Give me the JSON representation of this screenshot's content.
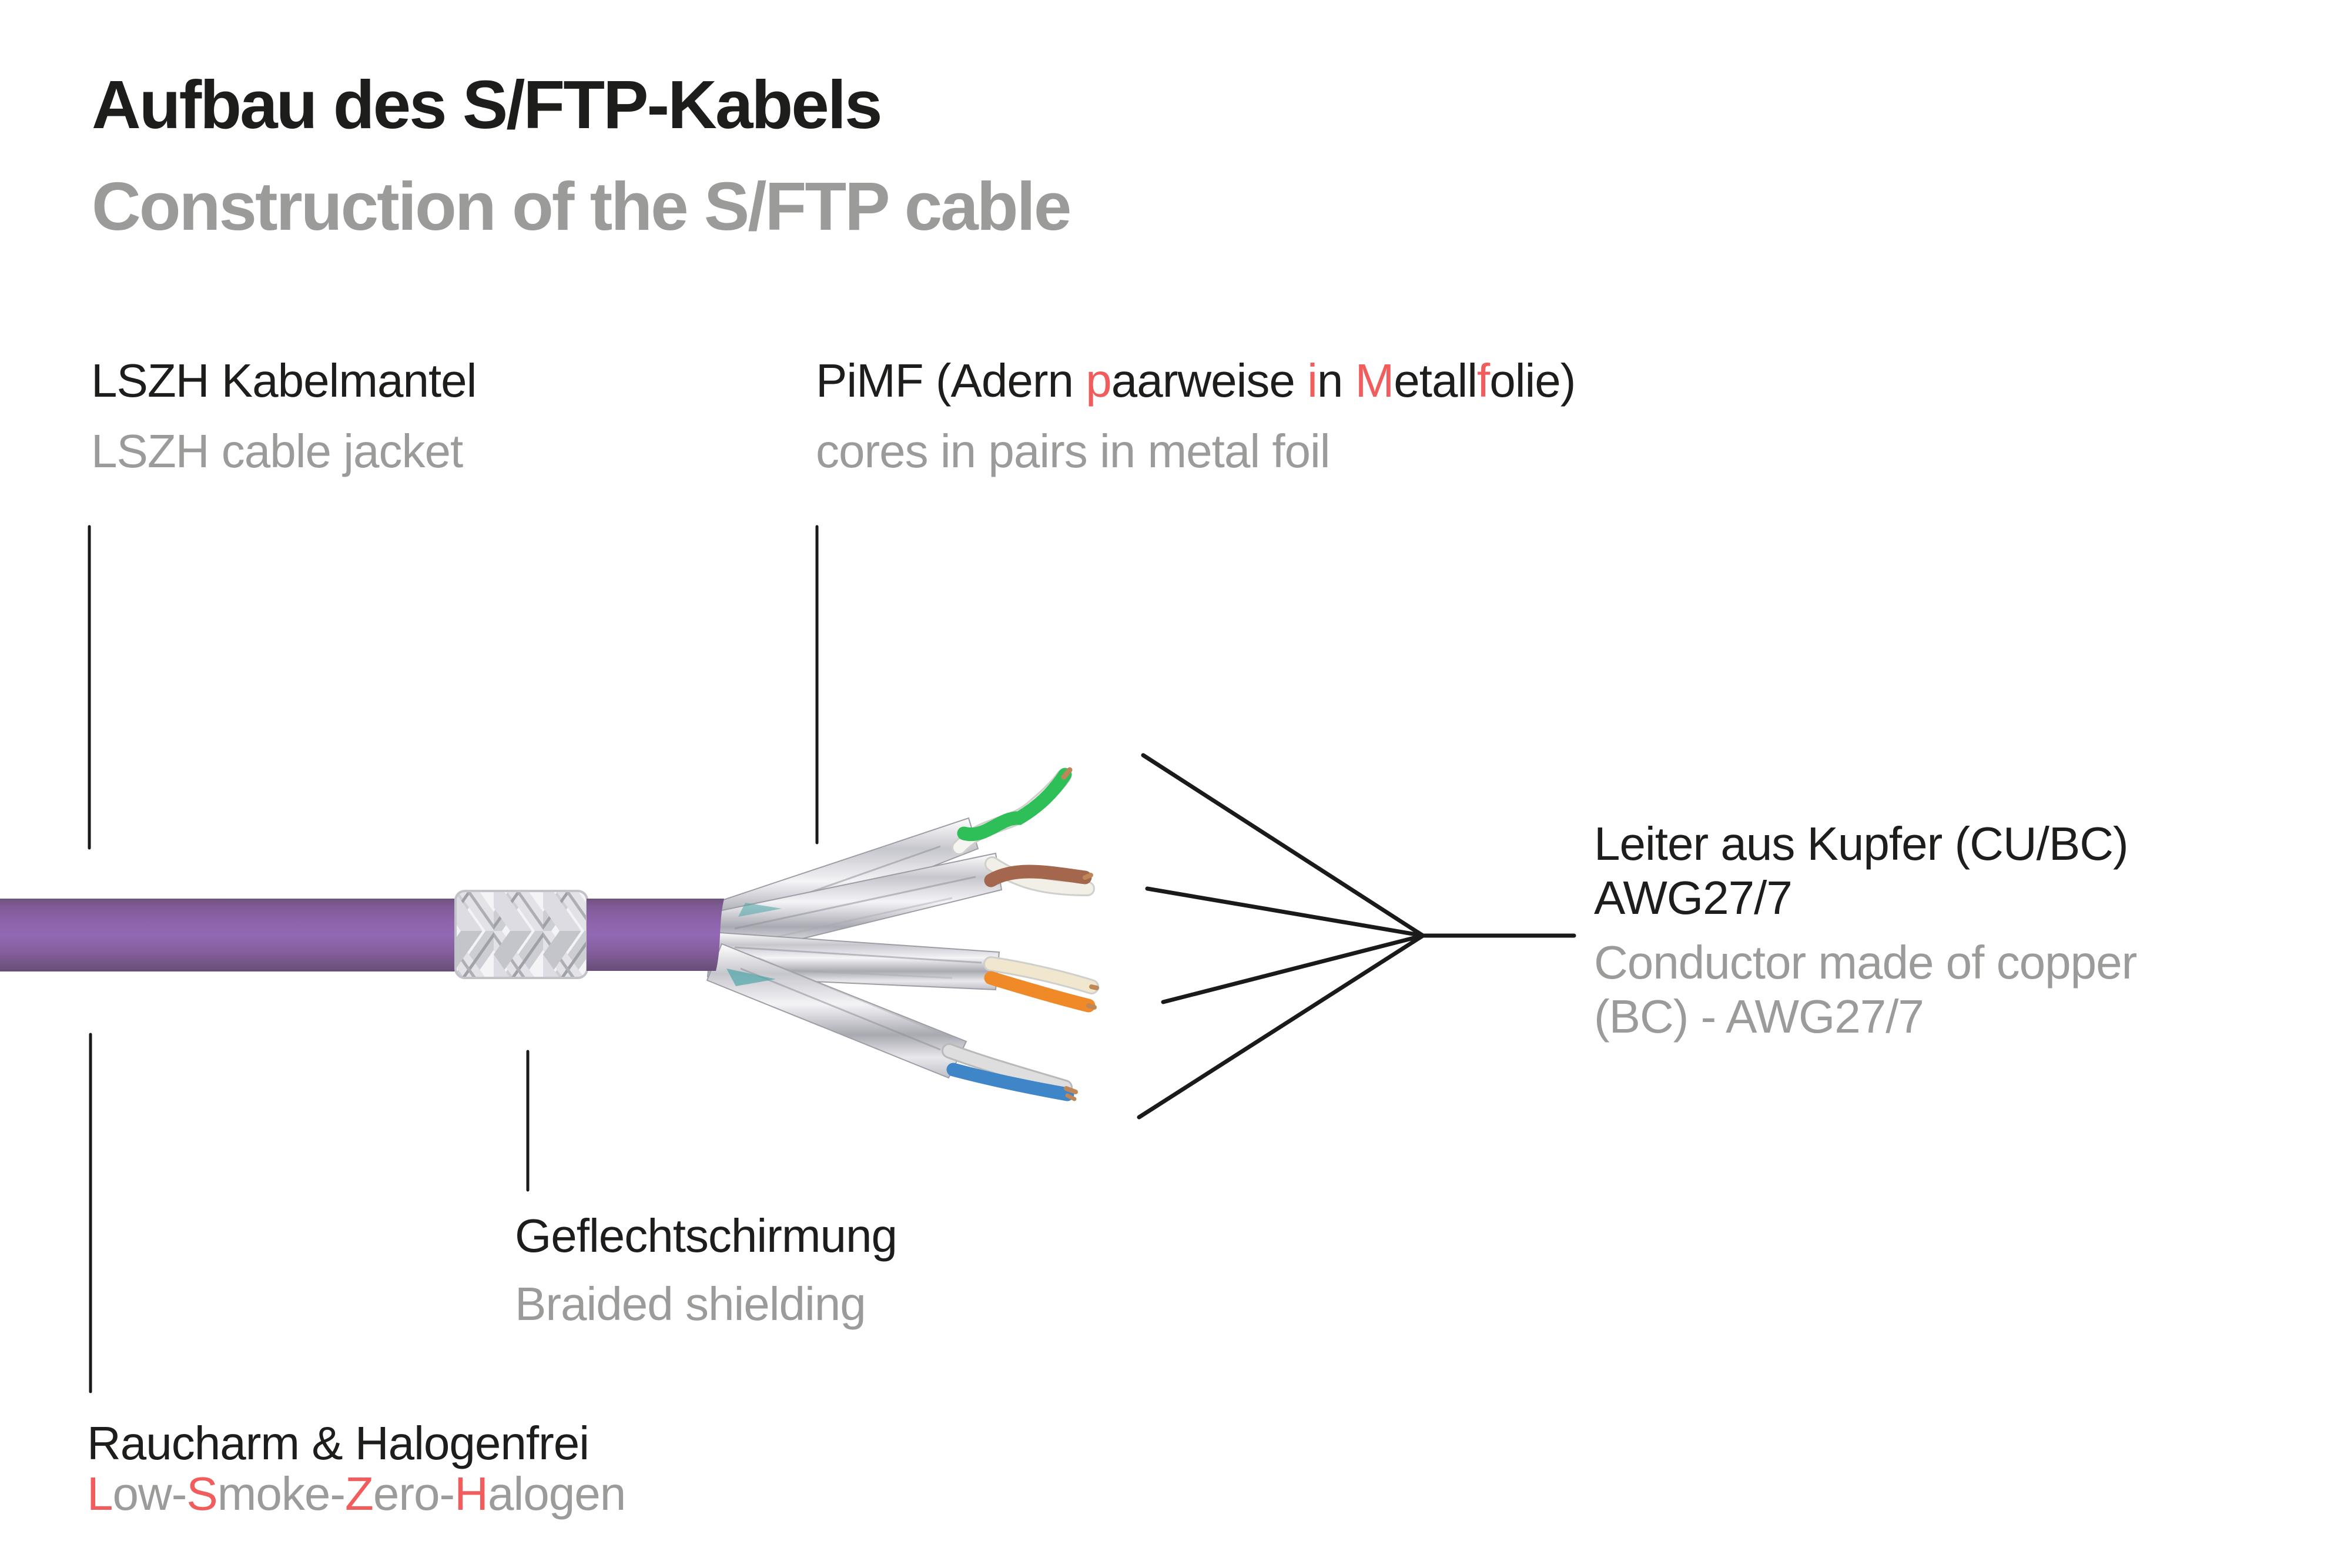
{
  "header": {
    "title_de": "Aufbau des S/FTP-Kabels",
    "title_en": "Construction of the S/FTP cable"
  },
  "labels": {
    "jacket": {
      "de": "LSZH Kabelmantel",
      "en": "LSZH cable jacket"
    },
    "pimf": {
      "de_segments": [
        {
          "t": "PiMF (Adern ",
          "c": "text_primary"
        },
        {
          "t": "p",
          "c": "accent_red"
        },
        {
          "t": "aarweise ",
          "c": "text_primary"
        },
        {
          "t": "i",
          "c": "accent_red"
        },
        {
          "t": "n ",
          "c": "text_primary"
        },
        {
          "t": "M",
          "c": "accent_red"
        },
        {
          "t": "etall",
          "c": "text_primary"
        },
        {
          "t": "f",
          "c": "accent_red"
        },
        {
          "t": "olie)",
          "c": "text_primary"
        }
      ],
      "en": "cores in pairs in metal foil"
    },
    "conductor": {
      "de_line1": "Leiter aus Kupfer (CU/BC)",
      "de_line2": "AWG27/7",
      "en_line1": "Conductor made of copper",
      "en_line2": "(BC) - AWG27/7"
    },
    "braid": {
      "de": "Geflechtschirmung",
      "en": "Braided shielding"
    },
    "smoke": {
      "de": "Raucharm & Halogenfrei",
      "en_segments": [
        {
          "t": "L",
          "c": "accent_red"
        },
        {
          "t": "ow-",
          "c": "text_secondary"
        },
        {
          "t": "S",
          "c": "accent_red"
        },
        {
          "t": "moke-",
          "c": "text_secondary"
        },
        {
          "t": "Z",
          "c": "accent_red"
        },
        {
          "t": "ero-",
          "c": "text_secondary"
        },
        {
          "t": "H",
          "c": "accent_red"
        },
        {
          "t": "alogen",
          "c": "text_secondary"
        }
      ]
    }
  },
  "colors": {
    "text_primary": "#1d1d1b",
    "text_secondary": "#9b9b9a",
    "accent_red": "#f15c5c",
    "line_black": "#1a1a1a",
    "copper": "#bf8757"
  },
  "cable": {
    "jacket_color": "#8d63ab",
    "braid_color": "#d6d6dc",
    "foil_color": "#c9c9d1",
    "pairs": [
      {
        "name": "green-pair",
        "color": "#2fbf58",
        "mate_color": "#f5f4f0"
      },
      {
        "name": "brown-pair",
        "color": "#a4664c",
        "mate_color": "#f2efe6"
      },
      {
        "name": "orange-pair",
        "color": "#f08a28",
        "mate_color": "#f1e7cf"
      },
      {
        "name": "blue-pair",
        "color": "#3f86c9",
        "mate_color": "#dedede"
      }
    ]
  }
}
